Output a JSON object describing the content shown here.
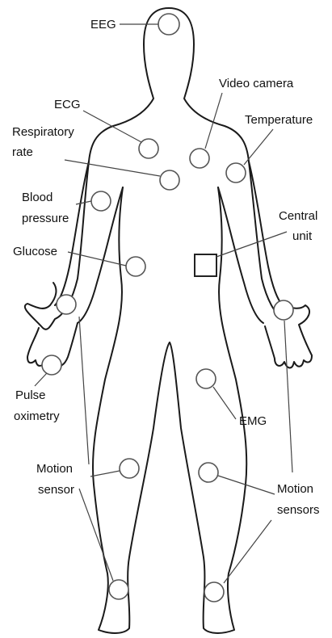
{
  "labels": {
    "eeg": "EEG",
    "video_camera": "Video camera",
    "ecg": "ECG",
    "temperature": "Temperature",
    "respiratory_rate_1": "Respiratory",
    "respiratory_rate_2": "rate",
    "blood_pressure_1": "Blood",
    "blood_pressure_2": "pressure",
    "central_unit_1": "Central",
    "central_unit_2": "unit",
    "glucose": "Glucose",
    "pulse_oximetry_1": "Pulse",
    "pulse_oximetry_2": "oximetry",
    "emg": "EMG",
    "motion_sensor_1": "Motion",
    "motion_sensor_2": "sensor",
    "motion_sensors_1": "Motion",
    "motion_sensors_2": "sensors"
  }
}
